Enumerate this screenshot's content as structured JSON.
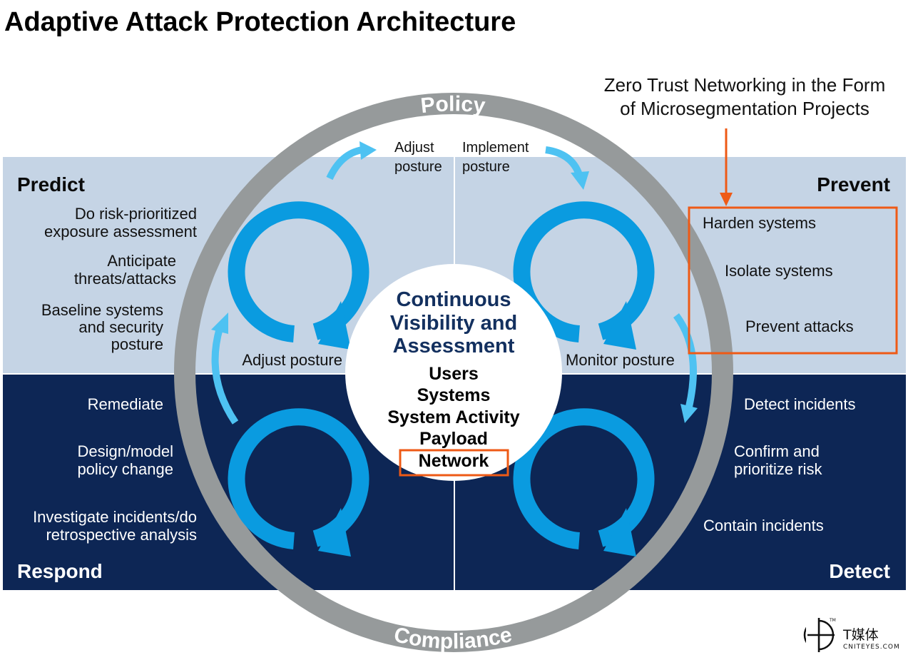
{
  "title": "Adaptive Attack Protection Architecture",
  "ring": {
    "top": "Policy",
    "bottom": "Compliance"
  },
  "center": {
    "heading_lines": [
      "Continuous",
      "Visibility and",
      "Assessment"
    ],
    "domains": [
      "Users",
      "Systems",
      "System Activity",
      "Payload",
      "Network"
    ]
  },
  "quadrants": {
    "predict": {
      "title": "Predict",
      "items": [
        [
          "Do risk-prioritized",
          "exposure assessment"
        ],
        [
          "Anticipate",
          "threats/attacks"
        ],
        [
          "Baseline systems",
          "and security",
          "posture"
        ]
      ]
    },
    "prevent": {
      "title": "Prevent",
      "items": [
        "Harden systems",
        "Isolate systems",
        "Prevent attacks"
      ]
    },
    "respond": {
      "title": "Respond",
      "items": [
        [
          "Remediate"
        ],
        [
          "Design/model",
          "policy change"
        ],
        [
          "Investigate incidents/do",
          "retrospective analysis"
        ]
      ]
    },
    "detect": {
      "title": "Detect",
      "items": [
        [
          "Detect incidents"
        ],
        [
          "Confirm and",
          "prioritize risk"
        ],
        [
          "Contain incidents"
        ]
      ]
    }
  },
  "flow_labels": {
    "adjust_posture_top": [
      "Adjust",
      "posture"
    ],
    "implement_posture": [
      "Implement",
      "posture"
    ],
    "adjust_posture": "Adjust posture",
    "monitor_posture": "Monitor posture"
  },
  "callout": {
    "lines": [
      "Zero Trust Networking in the Form",
      "of Microsegmentation Projects"
    ]
  },
  "logo": {
    "cn": "T媒体",
    "en": "CNITEYES.COM",
    "tm": "TM"
  },
  "colors": {
    "predict_prevent_bg": "#c5d4e5",
    "respond_detect_bg": "#0d2655",
    "ring": "#969a9b",
    "cycle_blue": "#0a9be0",
    "arrow_light": "#4ec2f2",
    "highlight": "#ee5a16",
    "center_heading": "#13305f"
  }
}
